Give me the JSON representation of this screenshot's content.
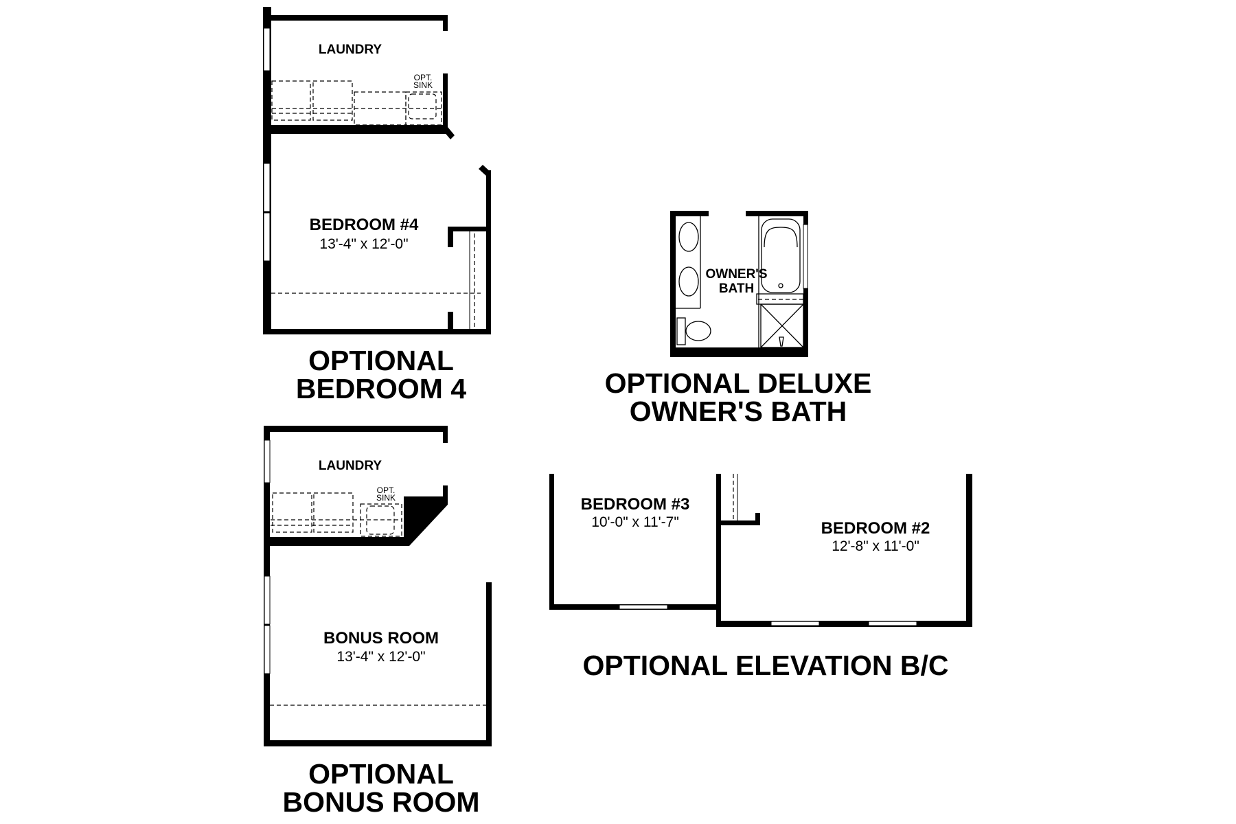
{
  "plans": [
    {
      "id": "bedroom4",
      "title_lines": [
        "OPTIONAL",
        "BEDROOM 4"
      ],
      "rooms": [
        {
          "name": "LAUNDRY"
        },
        {
          "name": "BEDROOM #4",
          "dimensions": "13'-4\" x 12'-0\""
        }
      ],
      "fixture_note": [
        "OPT.",
        "SINK"
      ]
    },
    {
      "id": "deluxe_bath",
      "title_lines": [
        "OPTIONAL DELUXE",
        "OWNER'S BATH"
      ],
      "rooms": [
        {
          "name_lines": [
            "OWNER'S",
            "BATH"
          ]
        }
      ]
    },
    {
      "id": "bonus_room",
      "title_lines": [
        "OPTIONAL",
        "BONUS ROOM"
      ],
      "rooms": [
        {
          "name": "LAUNDRY"
        },
        {
          "name": "BONUS ROOM",
          "dimensions": "13'-4\" x 12'-0\""
        }
      ],
      "fixture_note": [
        "OPT.",
        "SINK"
      ]
    },
    {
      "id": "elevation_bc",
      "title_lines": [
        "OPTIONAL ELEVATION B/C"
      ],
      "rooms": [
        {
          "name": "BEDROOM #3",
          "dimensions": "10'-0\" x 11'-7\""
        },
        {
          "name": "BEDROOM #2",
          "dimensions": "12'-8\" x 11'-0\""
        }
      ]
    }
  ],
  "colors": {
    "wall": "#000000",
    "background": "#ffffff"
  }
}
